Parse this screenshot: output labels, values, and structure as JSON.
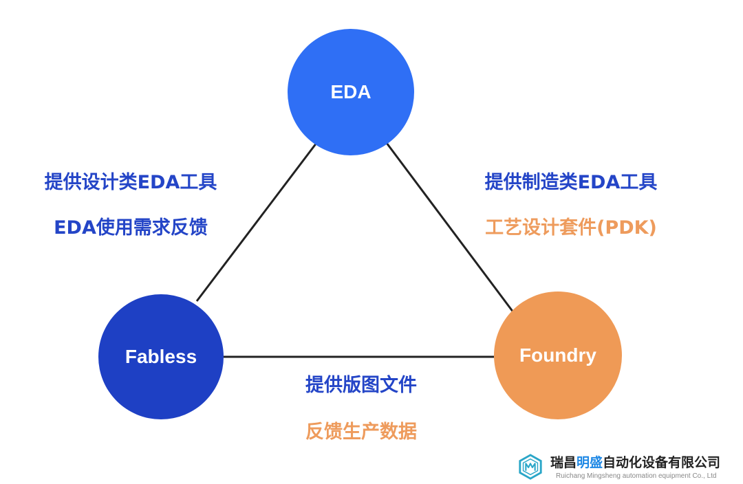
{
  "nodes": {
    "eda": "EDA",
    "fabless": "Fabless",
    "foundry": "Foundry"
  },
  "edge_labels": {
    "eda_fabless": [
      "提供设计类EDA工具",
      "EDA使用需求反馈"
    ],
    "eda_foundry": [
      "提供制造类EDA工具",
      "工艺设计套件(PDK)"
    ],
    "fabless_foundry": [
      "提供版图文件",
      "反馈生产数据"
    ]
  },
  "watermark": {
    "name_prefix": "瑞昌",
    "name_highlight": "明盛",
    "name_suffix": "自动化设备有限公司",
    "english": "Ruichang Mingsheng automation equipment Co., Ltd"
  },
  "colors": {
    "eda_node": "#2f6ff5",
    "fabless_node": "#1e40c4",
    "foundry_node": "#ef9a56",
    "blue_text": "#2445c7",
    "orange_text": "#ee9b5c",
    "edge_line": "#222222"
  }
}
